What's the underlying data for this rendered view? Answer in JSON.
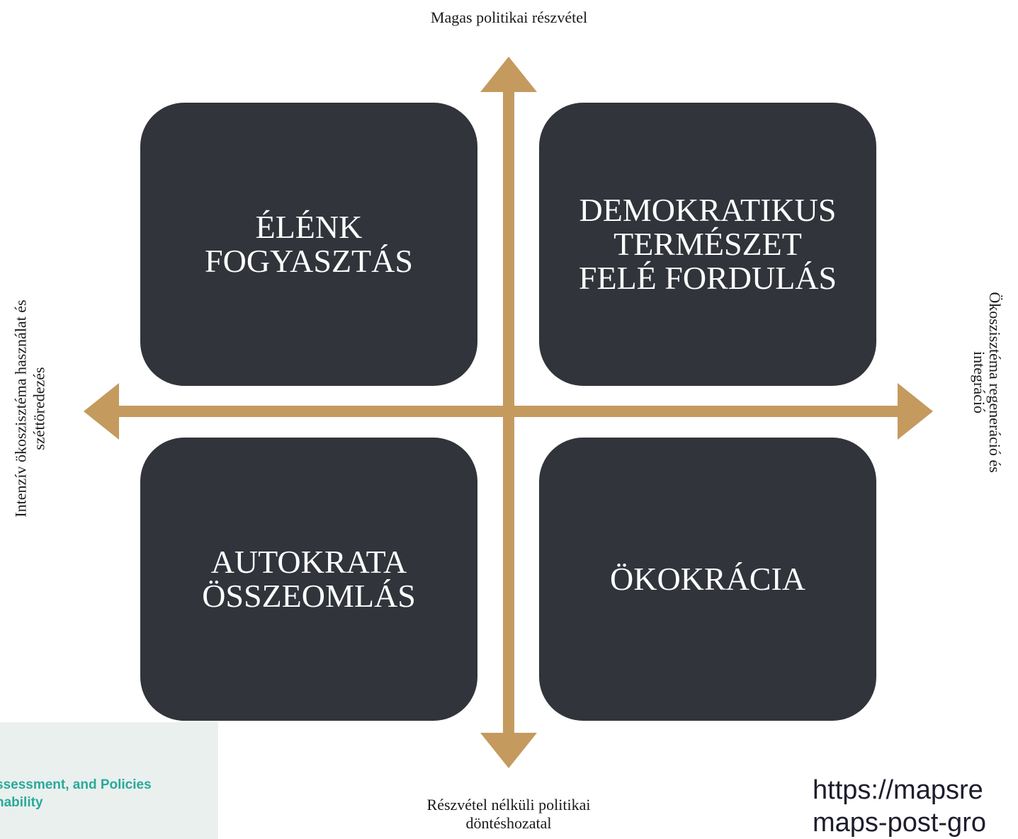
{
  "axes": {
    "top_label": "Magas politikai részvétel",
    "bottom_label_lines": [
      "Részvétel nélküli politikai",
      "döntéshozatal"
    ],
    "left_label_lines": [
      "Intenzív ökoszisztéma használat  és",
      "széttöredezés"
    ],
    "right_label_lines": [
      "Ökoszisztéma regeneráció és",
      "integráció"
    ],
    "arrow_color": "#c49a5e"
  },
  "quadrants": {
    "top_left": "ÉLÉNK\nFOGYASZTÁS",
    "top_right": "DEMOKRATIKUS\nTERMÉSZET\nFELÉ FORDULÁS",
    "bottom_left": "AUTOKRATA\nÖSSZEOMLÁS",
    "bottom_right": "ÖKOKRÁCIA",
    "box_color": "#31343a",
    "text_color": "#ffffff"
  },
  "logo": {
    "lines": [
      "ssessment, and Policies",
      "nability"
    ],
    "color": "#2aa99a"
  },
  "source": {
    "lines": [
      "https://mapsre",
      "maps-post-gro"
    ]
  }
}
